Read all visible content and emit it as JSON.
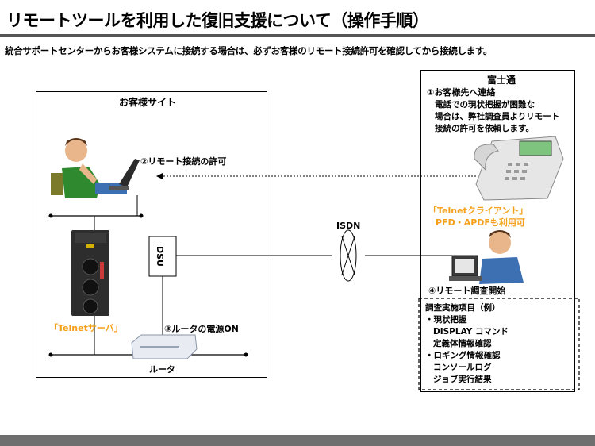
{
  "title": "リモートツールを利用した復旧支援について（操作手順）",
  "subtitle": "統合サポートセンターからお客様システムに接続する場合は、必ずお客様のリモート接続許可を確認してから接続します。",
  "customer": {
    "heading": "お客様サイト",
    "step2": "②リモート接続の許可",
    "dsu": "DSU",
    "server_label": "「Telnetサーバ」",
    "step3": "③ルータの電源ON",
    "router_label": "ルータ"
  },
  "link": {
    "label": "ISDN"
  },
  "fujitsu": {
    "heading": "富士通",
    "step1_title": "①お客様先へ連絡",
    "step1_body": [
      "電話での現状把握が困難な",
      "場合は、弊社調査員よりリモート",
      "接続の許可を依頼します。"
    ],
    "client_label_1": "「Telnetクライアント」",
    "client_label_2": "PFD・APDFも利用可",
    "step4": "④リモート調査開始",
    "items_title": "調査実施項目（例）",
    "items": [
      "・現状把握",
      "DISPLAY コマンド",
      "定義体情報確認",
      "・ロギング情報確認",
      "コンソールログ",
      "ジョブ実行結果"
    ]
  },
  "colors": {
    "accent": "#f5a01a",
    "rule": "#555555",
    "footer": "#6f6f6f"
  }
}
